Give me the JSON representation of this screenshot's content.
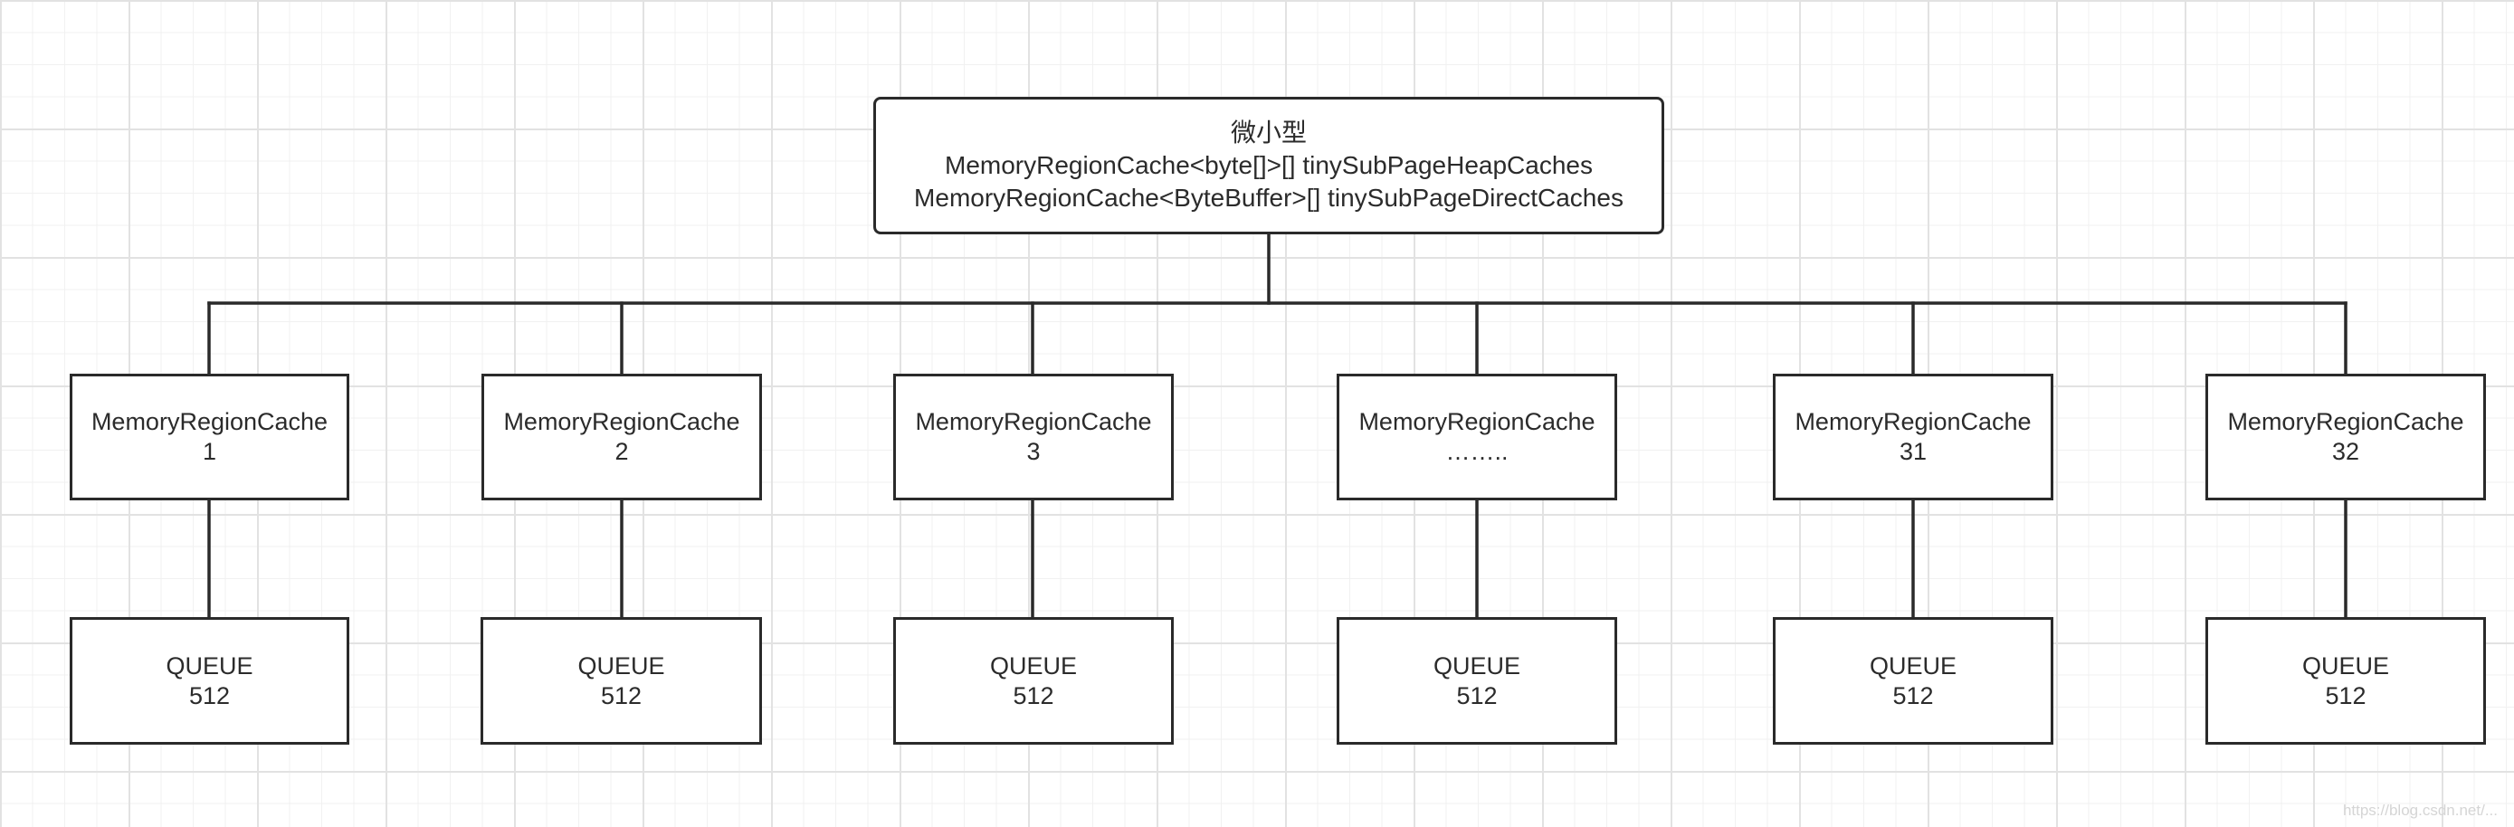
{
  "diagram": {
    "root": {
      "lines": [
        "微小型",
        "MemoryRegionCache<byte[]>[] tinySubPageHeapCaches",
        "MemoryRegionCache<ByteBuffer>[] tinySubPageDirectCaches"
      ]
    },
    "caches": [
      {
        "name": "MemoryRegionCache",
        "index": "1",
        "queue_label": "QUEUE",
        "queue_size": "512"
      },
      {
        "name": "MemoryRegionCache",
        "index": "2",
        "queue_label": "QUEUE",
        "queue_size": "512"
      },
      {
        "name": "MemoryRegionCache",
        "index": "3",
        "queue_label": "QUEUE",
        "queue_size": "512"
      },
      {
        "name": "MemoryRegionCache",
        "index": "……..",
        "queue_label": "QUEUE",
        "queue_size": "512"
      },
      {
        "name": "MemoryRegionCache",
        "index": "31",
        "queue_label": "QUEUE",
        "queue_size": "512"
      },
      {
        "name": "MemoryRegionCache",
        "index": "32",
        "queue_label": "QUEUE",
        "queue_size": "512"
      }
    ],
    "watermark": "https://blog.csdn.net/..."
  },
  "colors": {
    "stroke": "#2a2a2a",
    "grid_major": "#e2e2e2",
    "grid_minor": "#f1f1f1",
    "background": "#ffffff"
  }
}
